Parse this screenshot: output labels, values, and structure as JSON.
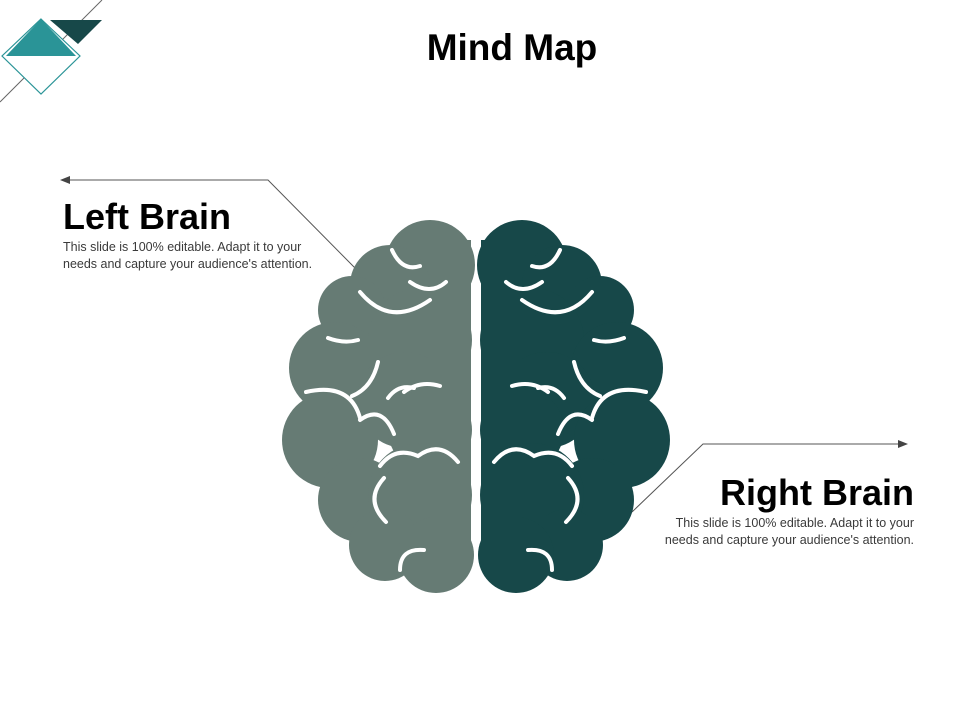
{
  "title": "Mind Map",
  "left_brain": {
    "heading": "Left Brain",
    "description": "This slide is 100% editable. Adapt it to your needs and capture your audience's attention.",
    "color": "#667b74"
  },
  "right_brain": {
    "heading": "Right Brain",
    "description": "This slide is 100% editable. Adapt it to your needs and capture your audience's attention.",
    "color": "#174849"
  },
  "decor": {
    "accent_teal": "#2a9497",
    "accent_dark": "#174849"
  },
  "icons": [
    "corner-diamond-decor",
    "brain-illustration",
    "arrow-left-icon",
    "arrow-right-icon"
  ]
}
